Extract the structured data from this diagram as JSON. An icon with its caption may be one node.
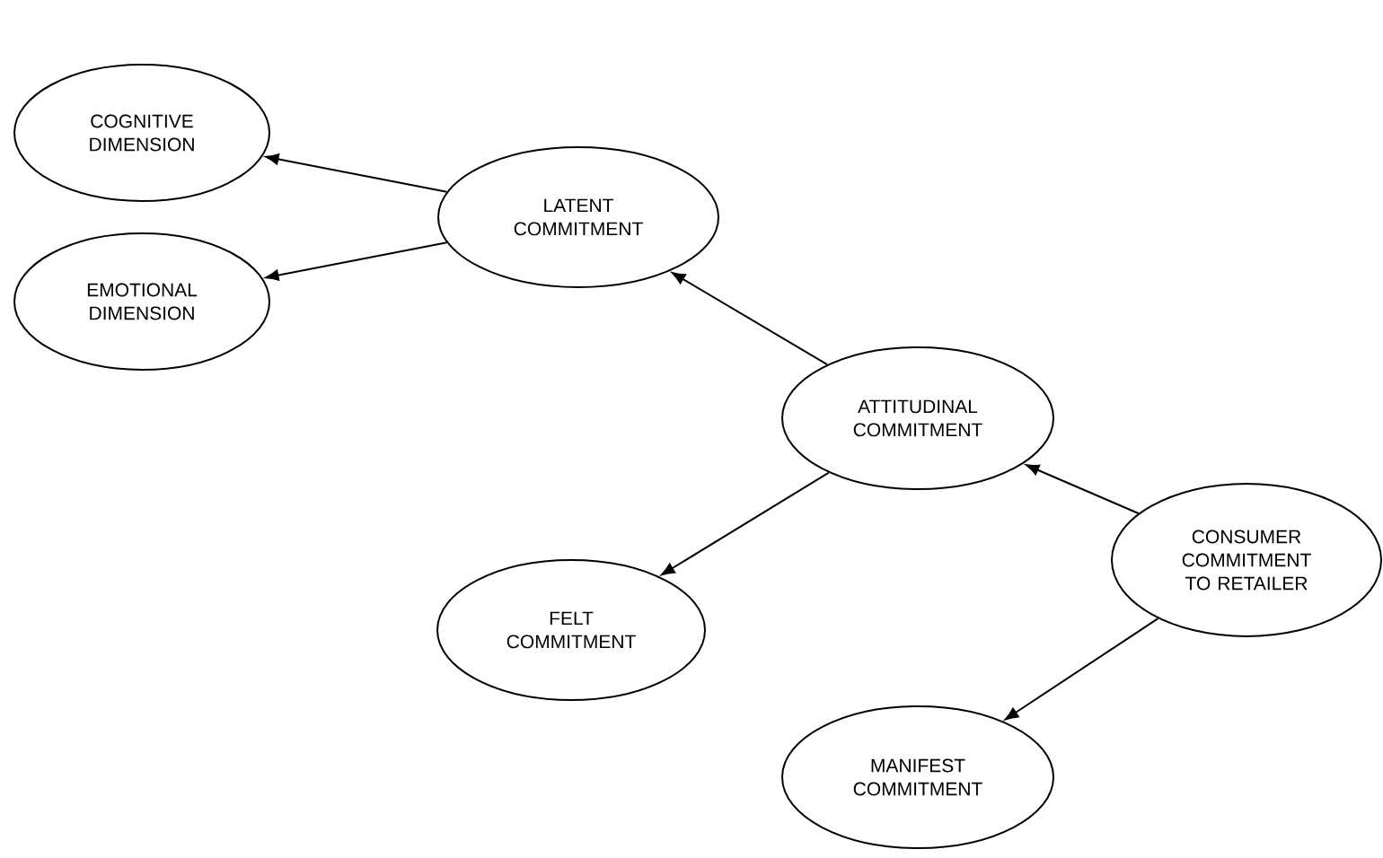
{
  "diagram": {
    "nodes": [
      {
        "text": [
          "COGNITIVE DIMENSION"
        ]
      },
      {
        "text": [
          "EMOTIONAL DIMENSION"
        ]
      },
      {
        "text": [
          "LATENT COMMITMENT"
        ]
      },
      {
        "text": [
          "ATTITUDINAL COMMITMENT"
        ]
      },
      {
        "text": [
          "FELT COMMITMENT"
        ]
      },
      {
        "text": [
          "CONSUMER COMMITMENT TO RETAILER"
        ]
      },
      {
        "text": [
          "MANIFEST COMMITMENT"
        ]
      }
    ],
    "edges": [
      {
        "from": 2,
        "to": 0,
        "arrow": "to"
      },
      {
        "from": 2,
        "to": 1,
        "arrow": "to"
      },
      {
        "from": 3,
        "to": 2,
        "arrow": "to"
      },
      {
        "from": 3,
        "to": 4,
        "arrow": "to"
      },
      {
        "from": 5,
        "to": 3,
        "arrow": "to"
      },
      {
        "from": 5,
        "to": 6,
        "arrow": "to"
      }
    ]
  }
}
